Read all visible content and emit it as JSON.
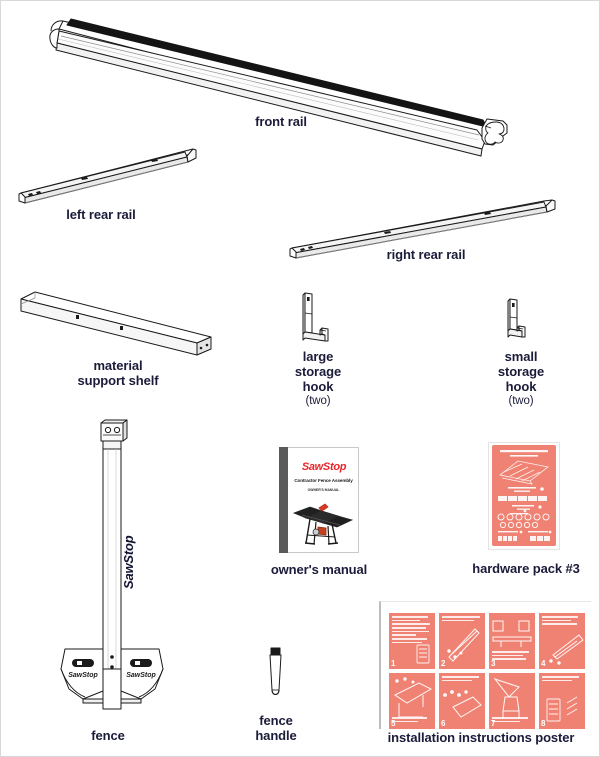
{
  "document": {
    "title": "SawStop Contractor Fence Assembly — Parts Inventory",
    "background_color": "#ffffff",
    "border_color": "#d8d8d8",
    "label_color": "#1b1b3a",
    "accent_salmon": "#f08273",
    "accent_red": "#e8252a",
    "line_color": "#000000"
  },
  "parts": [
    {
      "id": "front-rail",
      "label": "front rail",
      "qty_note": "",
      "description": "long extruded aluminum front rail with end profile"
    },
    {
      "id": "left-rear-rail",
      "label": "left rear rail",
      "qty_note": "",
      "description": "angled rear rail, left side"
    },
    {
      "id": "right-rear-rail",
      "label": "right rear rail",
      "qty_note": "",
      "description": "angled rear rail, right side"
    },
    {
      "id": "material-support-shelf",
      "label": "material\nsupport shelf",
      "qty_note": "",
      "description": "rectangular tube shelf"
    },
    {
      "id": "large-storage-hook",
      "label": "large\nstorage\nhook",
      "qty_note": "(two)",
      "description": "tall L-shaped sheet metal hook"
    },
    {
      "id": "small-storage-hook",
      "label": "small\nstorage\nhook",
      "qty_note": "(two)",
      "description": "short L-shaped sheet metal hook"
    },
    {
      "id": "fence",
      "label": "fence",
      "qty_note": "",
      "description": "fence body with T-shaped base and two SawStop badges"
    },
    {
      "id": "owners-manual",
      "label": "owner's manual",
      "qty_note": "",
      "description": "booklet cover"
    },
    {
      "id": "hardware-pack",
      "label": "hardware pack #3",
      "qty_note": "",
      "description": "salmon printed hardware bag"
    },
    {
      "id": "fence-handle",
      "label": "fence\nhandle",
      "qty_note": "",
      "description": "small lever handle"
    },
    {
      "id": "installation-poster",
      "label": "installation instructions poster",
      "qty_note": "",
      "description": "eight-panel salmon instruction sheet"
    }
  ],
  "manual_cover": {
    "brand": "SawStop",
    "title": "Contractor Fence Assembly",
    "subtitle": "OWNER'S MANUAL"
  },
  "fence_badges": {
    "body_text": "SawStop",
    "base_badge": "SawStop"
  },
  "poster": {
    "panel_numbers": [
      "1",
      "2",
      "3",
      "4",
      "5",
      "6",
      "7",
      "8"
    ],
    "rows": 2,
    "columns": 4
  }
}
